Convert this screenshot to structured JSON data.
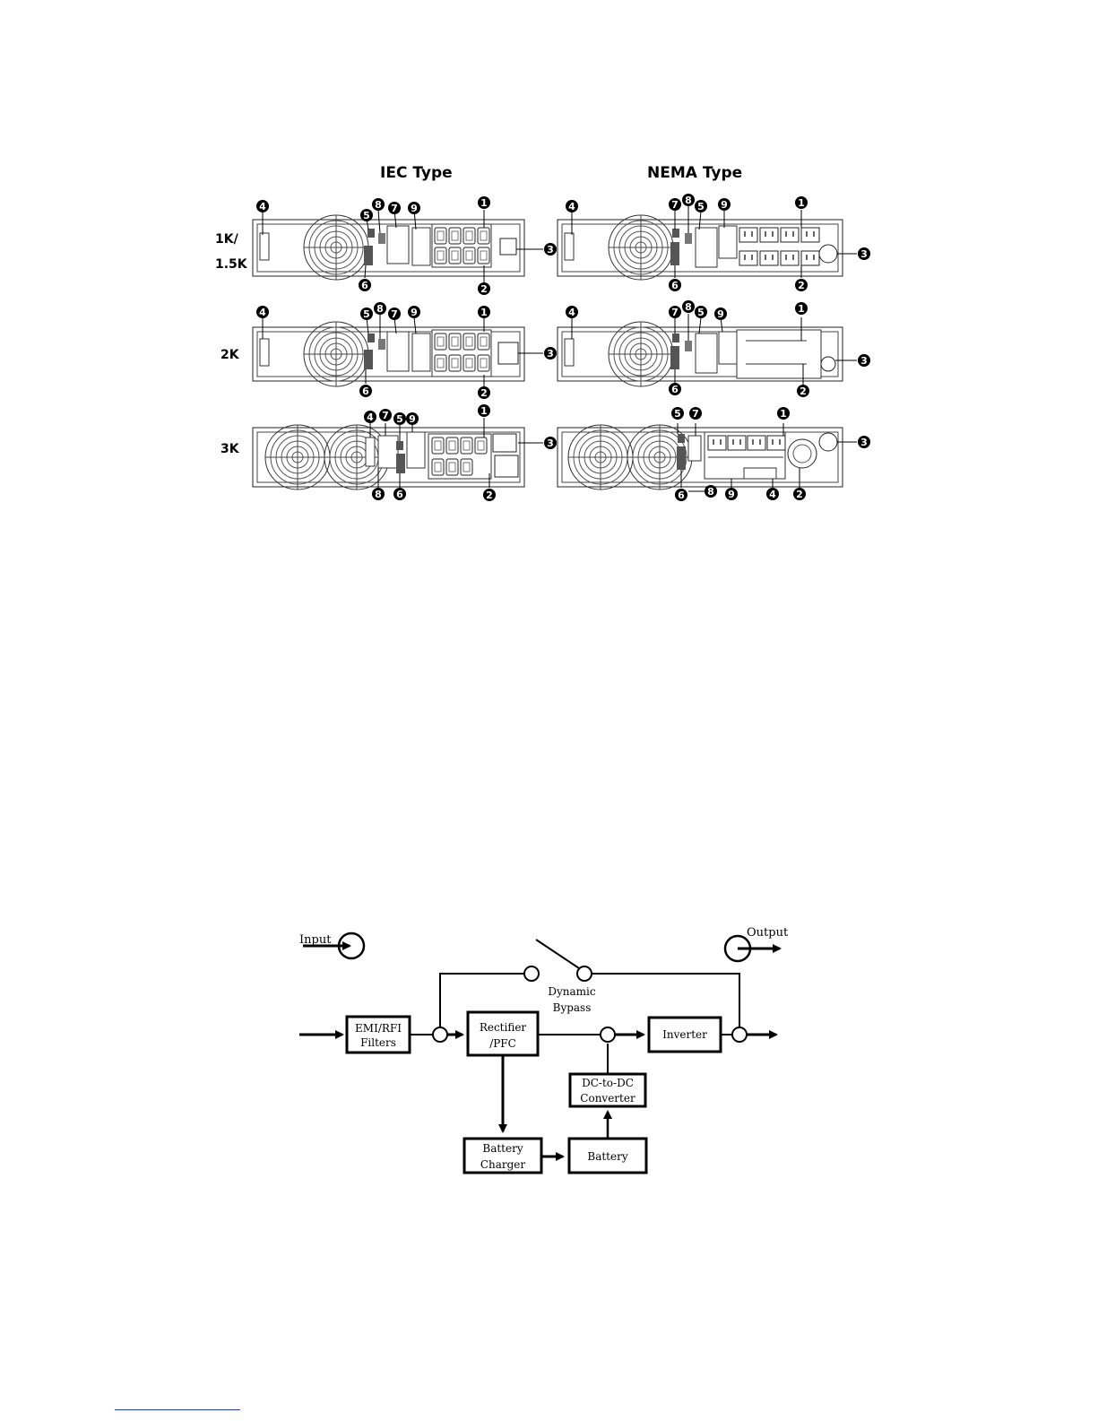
{
  "rear_panel_figure": {
    "columns": [
      {
        "title": "IEC Type"
      },
      {
        "title": "NEMA Type"
      }
    ],
    "rows": [
      {
        "label_lines": [
          "1K/",
          "1.5K"
        ]
      },
      {
        "label_lines": [
          "2K"
        ]
      },
      {
        "label_lines": [
          "3K"
        ]
      }
    ],
    "callouts": [
      "1",
      "2",
      "3",
      "4",
      "5",
      "6",
      "7",
      "8",
      "9"
    ]
  },
  "block_diagram": {
    "input_label": "Input",
    "output_label": "Output",
    "bypass_label_lines": [
      "Dynamic",
      "Bypass"
    ],
    "blocks": {
      "emi": [
        "EMI/RFI",
        "Filters"
      ],
      "rectifier": [
        "Rectifier",
        "/PFC"
      ],
      "inverter": [
        "Inverter"
      ],
      "dcdc": [
        "DC-to-DC",
        "Converter"
      ],
      "charger": [
        "Battery",
        "Charger"
      ],
      "battery": [
        "Battery"
      ]
    }
  }
}
